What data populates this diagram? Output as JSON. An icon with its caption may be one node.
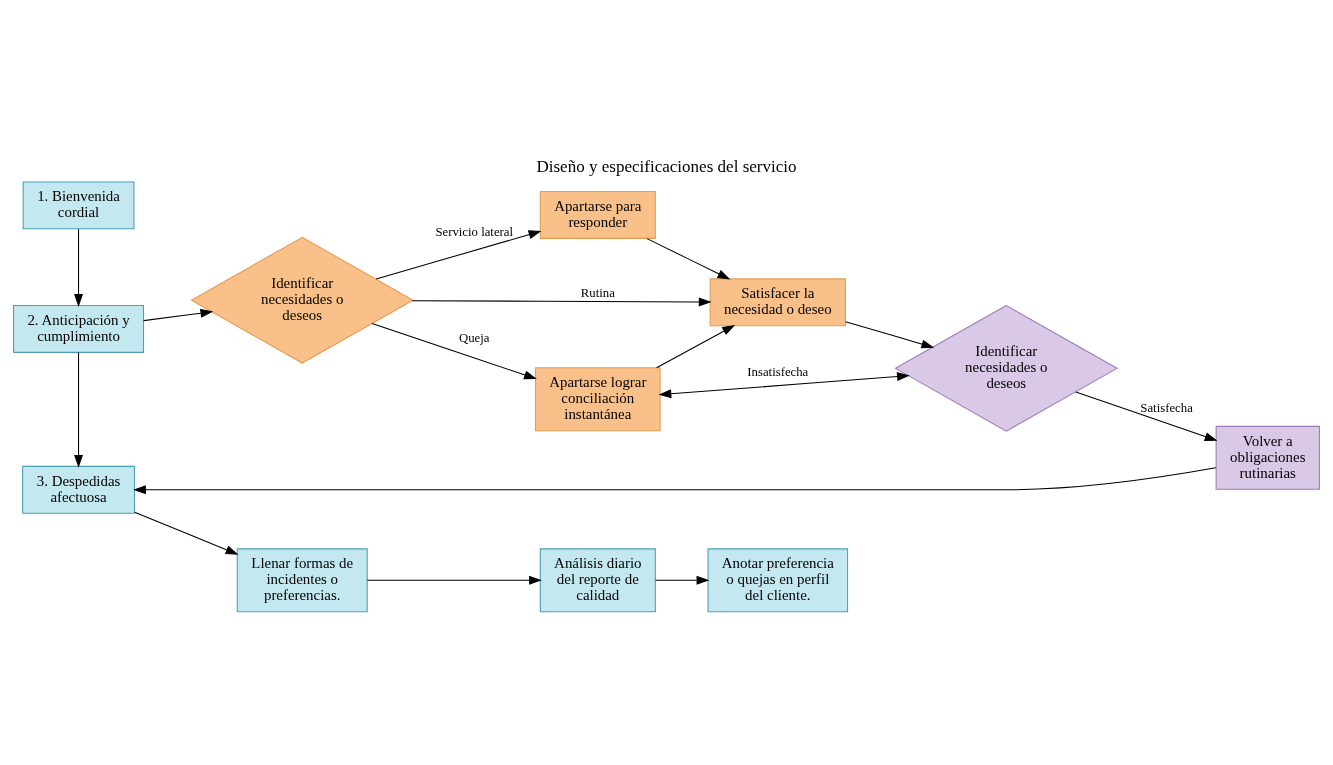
{
  "diagram": {
    "title": "Diseño y especificaciones del servicio",
    "nodes": [
      {
        "text": [
          "1. Bienvenida cordial"
        ]
      },
      {
        "text": [
          "2. Anticipación y cumplimiento"
        ]
      },
      {
        "text": [
          "3. Despedidas afectuosa"
        ]
      },
      {
        "text": [
          "Identificar necesidades o deseos"
        ]
      },
      {
        "text": [
          "Apartarse lograr conciliación instantánea"
        ]
      },
      {
        "text": [
          "Apartarse para responder"
        ]
      },
      {
        "text": [
          "Satisfacer la necesidad o deseo"
        ]
      },
      {
        "text": [
          "Identificar necesidades o deseos"
        ]
      },
      {
        "text": [
          "Volver a obligaciones rutinarias"
        ]
      },
      {
        "text": [
          "Llenar formas de incidentes o preferencias."
        ]
      },
      {
        "text": [
          "Análisis diario del reporte de calidad"
        ]
      },
      {
        "text": [
          "Anotar preferencia o quejas en perfil del cliente."
        ]
      }
    ],
    "edges": [
      {
        "from": 0,
        "to": 1,
        "arrow": "to"
      },
      {
        "from": 1,
        "to": 3,
        "arrow": "to"
      },
      {
        "from": 1,
        "to": 2,
        "arrow": "to"
      },
      {
        "from": 3,
        "to": 4,
        "arrow": "to",
        "label": "Queja"
      },
      {
        "from": 3,
        "to": 6,
        "arrow": "to",
        "label": "Rutina"
      },
      {
        "from": 3,
        "to": 5,
        "arrow": "to",
        "label": "Servicio lateral"
      },
      {
        "from": 4,
        "to": 6,
        "arrow": "to"
      },
      {
        "from": 5,
        "to": 6,
        "arrow": "to"
      },
      {
        "from": 6,
        "to": 7,
        "arrow": "to"
      },
      {
        "from": 7,
        "to": 4,
        "arrow": "both",
        "label": "Insatisfecha"
      },
      {
        "from": 7,
        "to": 8,
        "arrow": "to",
        "label": "Satisfecha"
      },
      {
        "from": 8,
        "to": 2,
        "arrow": "to"
      },
      {
        "from": 2,
        "to": 9,
        "arrow": "to"
      },
      {
        "from": 9,
        "to": 10,
        "arrow": "to"
      },
      {
        "from": 10,
        "to": 11,
        "arrow": "to"
      }
    ]
  }
}
